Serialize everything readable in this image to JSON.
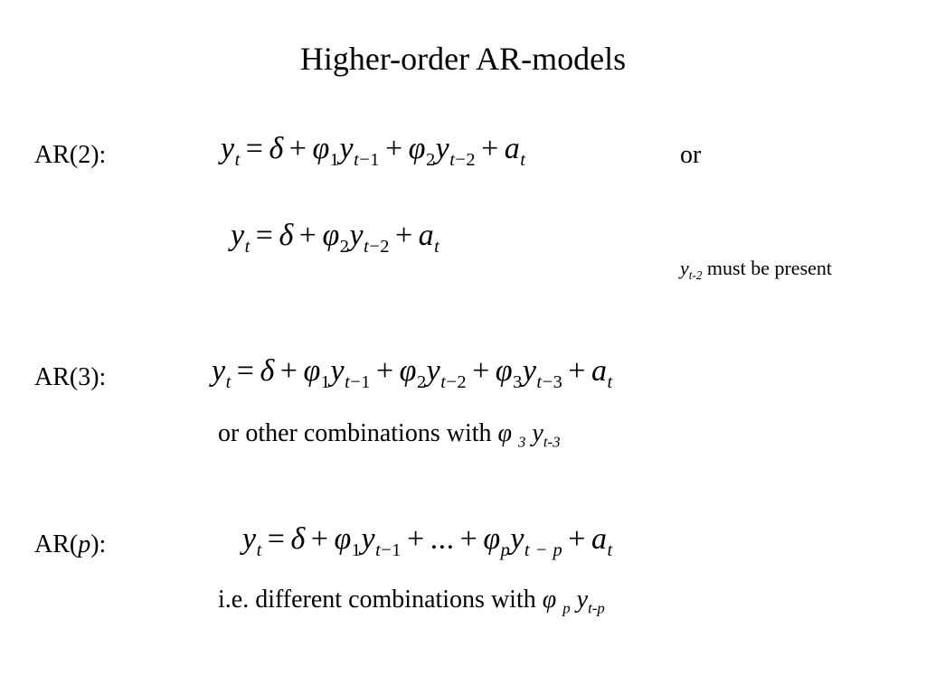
{
  "slide": {
    "title": "Higher-order AR-models",
    "ar2": {
      "label": "AR(2):",
      "or_text": "or",
      "note_subscript": "t-2",
      "note_text": " must be present"
    },
    "ar3": {
      "label": "AR(3):",
      "note_text": "or other combinations with ",
      "note_sub_phi": "3",
      "note_sub_y": "t-3"
    },
    "arp": {
      "label_prefix": "AR(",
      "label_p": "p",
      "label_suffix": "):",
      "ellipsis": "...",
      "note_text": "i.e. different combinations with ",
      "note_sub_phi": "p",
      "note_sub_y": "t-p"
    }
  }
}
